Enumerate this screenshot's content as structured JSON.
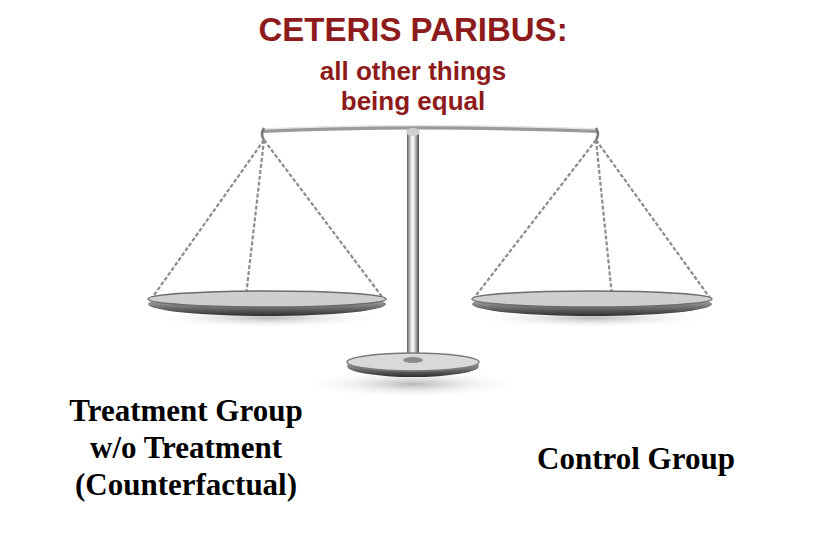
{
  "diagram": {
    "title": "CETERIS PARIBUS:",
    "labels": [
      "all other things being equal",
      "Treatment Group w/o Treatment (Counterfactual)",
      "Control Group"
    ]
  }
}
